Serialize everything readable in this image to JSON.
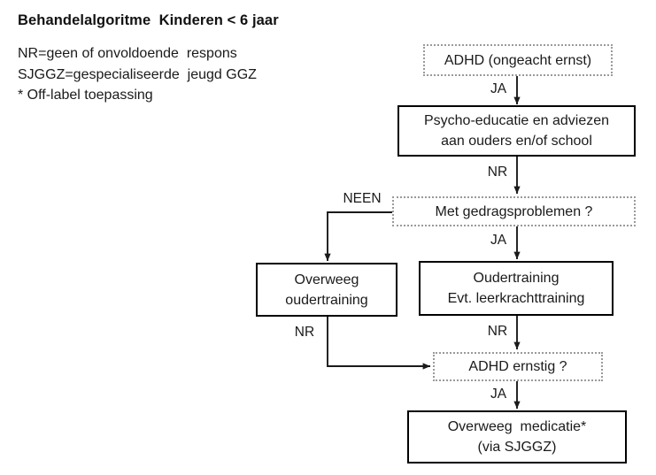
{
  "legend": {
    "title": "Behandelalgoritme  Kinderen < 6 jaar",
    "lines": [
      "NR=geen of onvoldoende  respons",
      "SJGGZ=gespecialiseerde  jeugd GGZ",
      "* Off-label toepassing"
    ]
  },
  "colors": {
    "background": "#ffffff",
    "text": "#1a1a1a",
    "solid_border": "#000000",
    "dotted_border": "#9a9a9a",
    "connector": "#1a1a1a"
  },
  "flowchart": {
    "type": "flowchart",
    "nodes": [
      {
        "id": "adhd-any",
        "style": "dotted",
        "lines": [
          "ADHD (ongeacht ernst)"
        ]
      },
      {
        "id": "psycho-educatie",
        "style": "solid",
        "lines": [
          "Psycho-educatie en adviezen",
          "aan ouders en/of school"
        ]
      },
      {
        "id": "gedragsproblemen",
        "style": "dotted",
        "lines": [
          "Met gedragsproblemen ?"
        ]
      },
      {
        "id": "overweeg-ouderstraining",
        "style": "solid",
        "lines": [
          "Overweeg",
          "oudertraining"
        ]
      },
      {
        "id": "oudertraining",
        "style": "solid",
        "lines": [
          "Oudertraining",
          "Evt. leerkrachttraining"
        ]
      },
      {
        "id": "adhd-ernstig",
        "style": "dotted",
        "lines": [
          "ADHD ernstig ?"
        ]
      },
      {
        "id": "overweeg-medicatie",
        "style": "solid",
        "lines": [
          "Overweeg  medicatie*",
          "(via SJGGZ)"
        ]
      }
    ],
    "edges": [
      {
        "id": "e1",
        "from": "adhd-any",
        "to": "psycho-educatie",
        "label": "JA"
      },
      {
        "id": "e2",
        "from": "psycho-educatie",
        "to": "gedragsproblemen",
        "label": "NR"
      },
      {
        "id": "e3",
        "from": "gedragsproblemen",
        "to": "overweeg-ouderstraining",
        "label": "NEEN"
      },
      {
        "id": "e4",
        "from": "gedragsproblemen",
        "to": "oudertraining",
        "label": "JA"
      },
      {
        "id": "e5",
        "from": "overweeg-ouderstraining",
        "to": "adhd-ernstig",
        "label": "NR"
      },
      {
        "id": "e6",
        "from": "oudertraining",
        "to": "adhd-ernstig",
        "label": "NR"
      },
      {
        "id": "e7",
        "from": "adhd-ernstig",
        "to": "overweeg-medicatie",
        "label": "JA"
      }
    ]
  }
}
